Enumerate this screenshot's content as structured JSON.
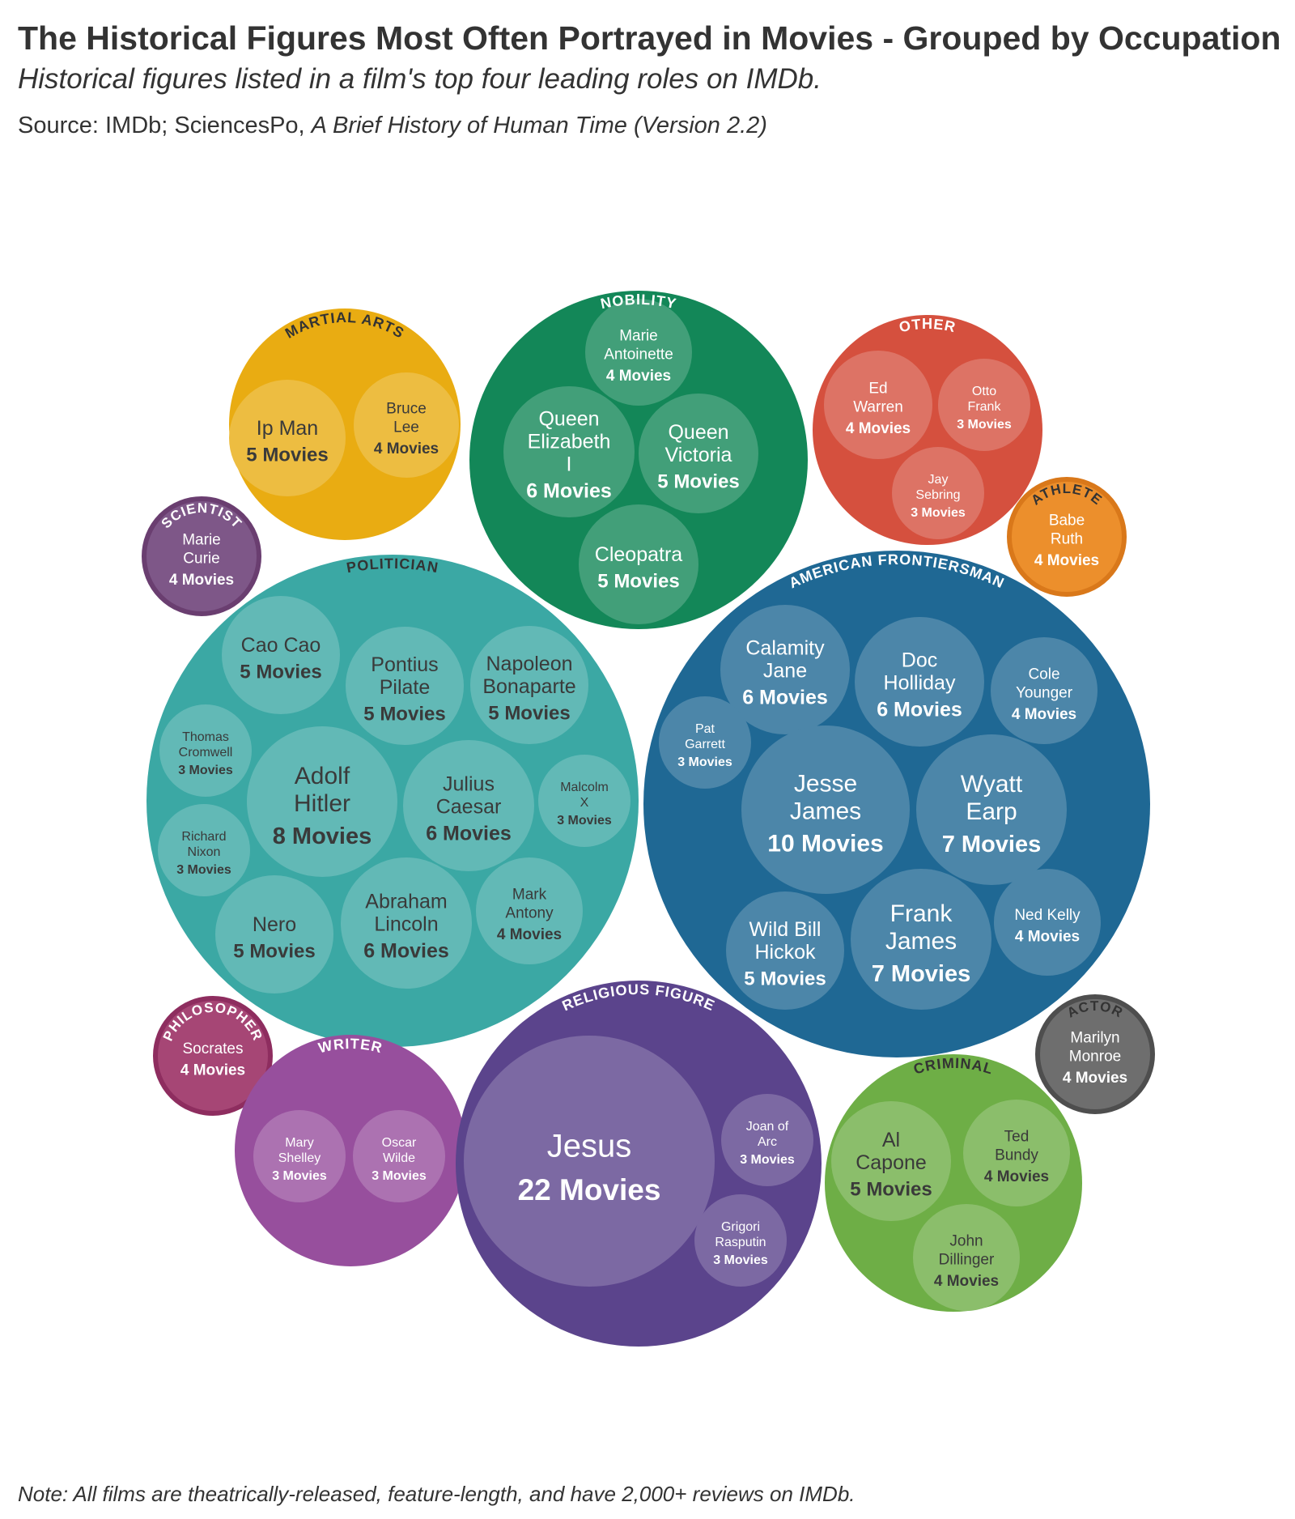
{
  "header": {
    "title": "The Historical Figures Most Often Portrayed in Movies - Grouped by Occupation",
    "subtitle": "Historical figures listed in a film's top four leading roles on IMDb.",
    "source_prefix": "Source: IMDb; SciencesPo, ",
    "source_work": "A Brief History of Human Time (Version 2.2)"
  },
  "footer": {
    "note": "Note: All films are theatrically-released, feature-length, and have 2,000+ reviews on IMDb."
  },
  "chart_data": {
    "type": "packed-bubble",
    "value_label": "Movies",
    "groups": [
      {
        "name": "MARTIAL ARTS",
        "color": "#E9AC12",
        "members": [
          {
            "name": "Ip Man",
            "value": 5
          },
          {
            "name": "Bruce Lee",
            "value": 4
          }
        ]
      },
      {
        "name": "NOBILITY",
        "color": "#138758",
        "members": [
          {
            "name": "Marie Antoinette",
            "value": 4
          },
          {
            "name": "Queen Elizabeth I",
            "value": 6
          },
          {
            "name": "Queen Victoria",
            "value": 5
          },
          {
            "name": "Cleopatra",
            "value": 5
          }
        ]
      },
      {
        "name": "OTHER",
        "color": "#D5503E",
        "members": [
          {
            "name": "Ed Warren",
            "value": 4
          },
          {
            "name": "Otto Frank",
            "value": 3
          },
          {
            "name": "Jay Sebring",
            "value": 3
          }
        ]
      },
      {
        "name": "SCIENTIST",
        "color": "#7E5788",
        "members": [
          {
            "name": "Marie Curie",
            "value": 4
          }
        ]
      },
      {
        "name": "ATHLETE",
        "color": "#EC8F2C",
        "members": [
          {
            "name": "Babe Ruth",
            "value": 4
          }
        ]
      },
      {
        "name": "POLITICIAN",
        "color": "#3BA8A4",
        "members": [
          {
            "name": "Cao Cao",
            "value": 5
          },
          {
            "name": "Pontius Pilate",
            "value": 5
          },
          {
            "name": "Napoleon Bonaparte",
            "value": 5
          },
          {
            "name": "Thomas Cromwell",
            "value": 3
          },
          {
            "name": "Adolf Hitler",
            "value": 8
          },
          {
            "name": "Julius Caesar",
            "value": 6
          },
          {
            "name": "Malcolm X",
            "value": 3
          },
          {
            "name": "Richard Nixon",
            "value": 3
          },
          {
            "name": "Nero",
            "value": 5
          },
          {
            "name": "Abraham Lincoln",
            "value": 6
          },
          {
            "name": "Mark Antony",
            "value": 4
          }
        ]
      },
      {
        "name": "AMERICAN FRONTIERSMAN",
        "color": "#1F6894",
        "members": [
          {
            "name": "Calamity Jane",
            "value": 6
          },
          {
            "name": "Doc Holliday",
            "value": 6
          },
          {
            "name": "Cole Younger",
            "value": 4
          },
          {
            "name": "Pat Garrett",
            "value": 3
          },
          {
            "name": "Jesse James",
            "value": 10
          },
          {
            "name": "Wyatt Earp",
            "value": 7
          },
          {
            "name": "Wild Bill Hickok",
            "value": 5
          },
          {
            "name": "Frank James",
            "value": 7
          },
          {
            "name": "Ned Kelly",
            "value": 4
          }
        ]
      },
      {
        "name": "PHILOSOPHER",
        "color": "#A64675",
        "members": [
          {
            "name": "Socrates",
            "value": 4
          }
        ]
      },
      {
        "name": "WRITER",
        "color": "#974F9D",
        "members": [
          {
            "name": "Mary Shelley",
            "value": 3
          },
          {
            "name": "Oscar Wilde",
            "value": 3
          }
        ]
      },
      {
        "name": "RELIGIOUS FIGURE",
        "color": "#5B448C",
        "members": [
          {
            "name": "Jesus",
            "value": 22
          },
          {
            "name": "Joan of Arc",
            "value": 3
          },
          {
            "name": "Grigori Rasputin",
            "value": 3
          }
        ]
      },
      {
        "name": "ACTOR",
        "color": "#6E6E6E",
        "members": [
          {
            "name": "Marilyn Monroe",
            "value": 4
          }
        ]
      },
      {
        "name": "CRIMINAL",
        "color": "#6EAE46",
        "members": [
          {
            "name": "Al Capone",
            "value": 5
          },
          {
            "name": "Ted Bundy",
            "value": 4
          },
          {
            "name": "John Dillinger",
            "value": 4
          }
        ]
      }
    ]
  }
}
